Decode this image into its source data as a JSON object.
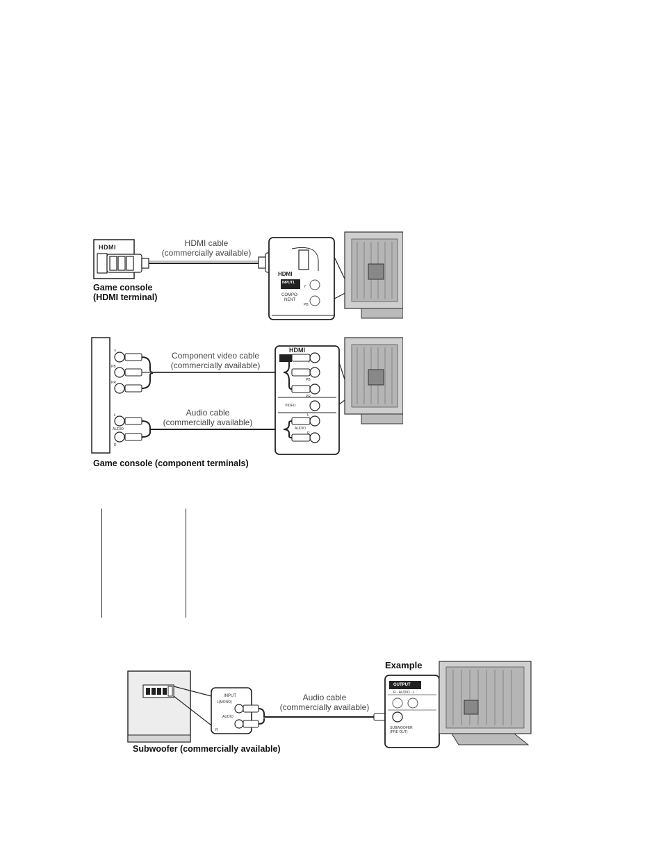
{
  "hdmi_diagram": {
    "hdmi_logo": "HDMI",
    "cable_label_1": "HDMI cable",
    "cable_label_2": "(commercially available)",
    "device_caption_1": "Game console",
    "device_caption_2": "(HDMI terminal)",
    "tv_panel": {
      "input_label": "INPUT1",
      "y_label": "Y",
      "component_label_1": "COMPO-",
      "component_label_2": "NENT",
      "pb_label": "PB"
    }
  },
  "component_diagram": {
    "video_cable_label_1": "Component video cable",
    "video_cable_label_2": "(commercially available)",
    "audio_cable_label_1": "Audio cable",
    "audio_cable_label_2": "(commercially available)",
    "device_caption": "Game console (component terminals)",
    "console_jacks": [
      "Y",
      "PB",
      "PR",
      "L",
      "AUDIO",
      "R"
    ],
    "tv_panel": {
      "hdmi_logo": "HDMI",
      "video_label": "VIDEO",
      "audio_label": "AUDIO",
      "jacks": [
        "Y",
        "PB",
        "PR",
        "L",
        "R"
      ]
    }
  },
  "subwoofer_diagram": {
    "example_label": "Example",
    "cable_label_1": "Audio cable",
    "cable_label_2": "(commercially available)",
    "device_caption": "Subwoofer (commercially available)",
    "sub_panel": {
      "input_label": "INPUT",
      "lmono_label": "L(MONO)",
      "audio_label": "AUDIO",
      "r_label": "R"
    },
    "tv_panel": {
      "output_label": "OUTPUT",
      "audio_label": "R - AUDIO - L",
      "subwoofer_label_1": "SUBWOOFER",
      "subwoofer_label_2": "(PRE OUT)"
    }
  }
}
